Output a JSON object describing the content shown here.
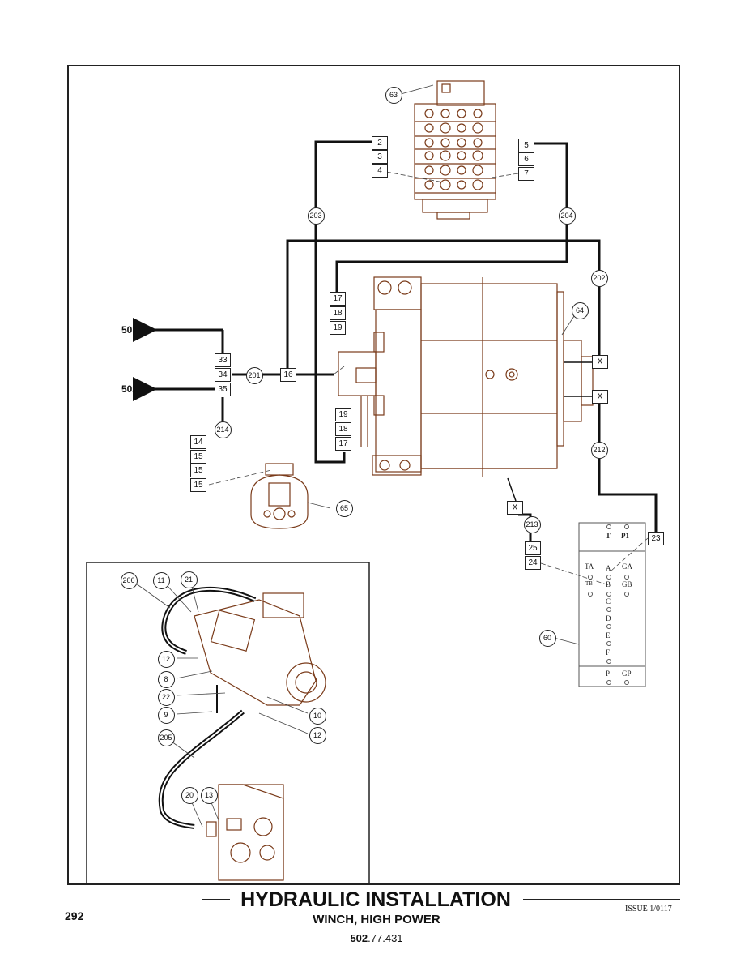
{
  "footer": {
    "title": "HYDRAULIC INSTALLATION",
    "subtitle": "WINCH, HIGH POWER",
    "code_bold": "502",
    "code_rest": ".77.431",
    "page_number": "292",
    "issue": "ISSUE 1/0117"
  },
  "callouts": {
    "c63": "63",
    "c203": "203",
    "c204": "204",
    "c202": "202",
    "c64": "64",
    "c201": "201",
    "c214": "214",
    "c212": "212",
    "c213": "213",
    "c65": "65",
    "c60": "60",
    "c206": "206",
    "c11": "11",
    "c21": "21",
    "c12a": "12",
    "c8": "8",
    "c22": "22",
    "c9": "9",
    "c10": "10",
    "c12b": "12",
    "c205": "205",
    "c20": "20",
    "c13": "13"
  },
  "boxes": {
    "b2": "2",
    "b3": "3",
    "b4": "4",
    "b5": "5",
    "b6": "6",
    "b7": "7",
    "b17a": "17",
    "b18a": "18",
    "b19a": "19",
    "b33": "33",
    "b34": "34",
    "b35": "35",
    "b16": "16",
    "b19b": "19",
    "b18b": "18",
    "b17b": "17",
    "b14": "14",
    "b15a": "15",
    "b15b": "15",
    "b15c": "15",
    "bX1": "X",
    "bX2": "X",
    "bX3": "X",
    "b23": "23",
    "b25": "25",
    "b24": "24"
  },
  "arrows": {
    "a501": "501",
    "a502": "502"
  },
  "valve_block": {
    "ports": {
      "T": "T",
      "P1": "P1",
      "TA": "TA",
      "A": "A",
      "GA": "GA",
      "B": "B",
      "GB": "GB",
      "C": "C",
      "D": "D",
      "E": "E",
      "F": "F",
      "P": "P",
      "GP": "GP",
      "star": "TB"
    }
  },
  "colors": {
    "line": "#111111",
    "drawing": "#7a3b1a",
    "frame": "#222222"
  }
}
